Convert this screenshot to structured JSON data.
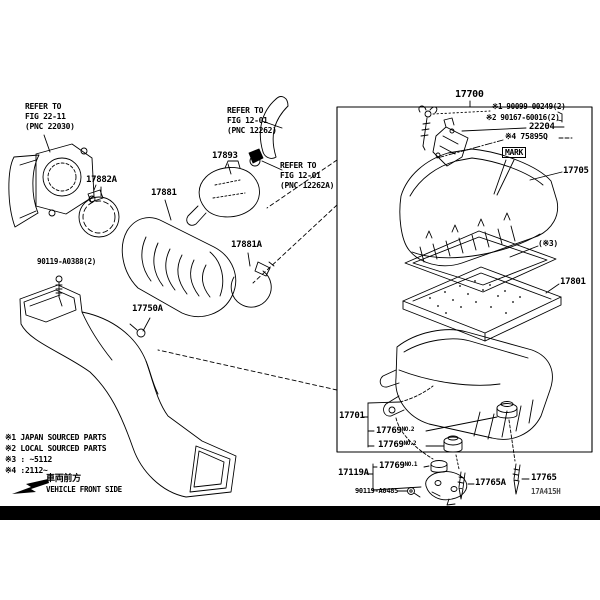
{
  "page": {
    "background": "#ffffff",
    "ink": "#000000"
  },
  "assembly_box_label": {
    "main_assembly": "17700"
  },
  "refs": {
    "fig2211": {
      "l1": "REFER TO",
      "l2": "FIG 22-11",
      "l3": "(PNC 22030)"
    },
    "fig1201a": {
      "l1": "REFER TO",
      "l2": "FIG 12-01",
      "l3": "(PNC 12262)"
    },
    "fig1201b": {
      "l1": "REFER TO",
      "l2": "FIG 12-01",
      "l3": "(PNC 12262A)"
    }
  },
  "parts": {
    "p17882A": "17882A",
    "p17881": "17881",
    "p17893": "17893",
    "p17881A": "17881A",
    "p17750A": "17750A",
    "p17700": "17700",
    "p17705": "17705",
    "p17801": "17801",
    "p17701": "17701",
    "p17119A": "17119A",
    "p17765A": "17765A",
    "p17765": "17765",
    "p22204": "22204",
    "p17769": "17769"
  },
  "insulators": {
    "no1": "NO.1",
    "no2": "NO.2"
  },
  "hardware": {
    "bolt_japan": "※1 90099-00249(2)",
    "bolt_local": "※2 90167-60016(2)",
    "label_plate": "※4 75895Q",
    "mark": "MARK",
    "seal_note": "(※3)",
    "bolt_duct": "90119-A0388(2)",
    "bolt_bracket": "90119-A0485"
  },
  "legend": {
    "line1": "※1 JAPAN SOURCED PARTS",
    "line2": "※2 LOCAL SOURCED PARTS",
    "line3": "※3 :    ~5112",
    "line4": "※4 :2112~",
    "front_jp": "車両前方",
    "front_en": "VEHICLE FRONT SIDE"
  },
  "footer": {
    "drawing_code": "17A415H"
  }
}
